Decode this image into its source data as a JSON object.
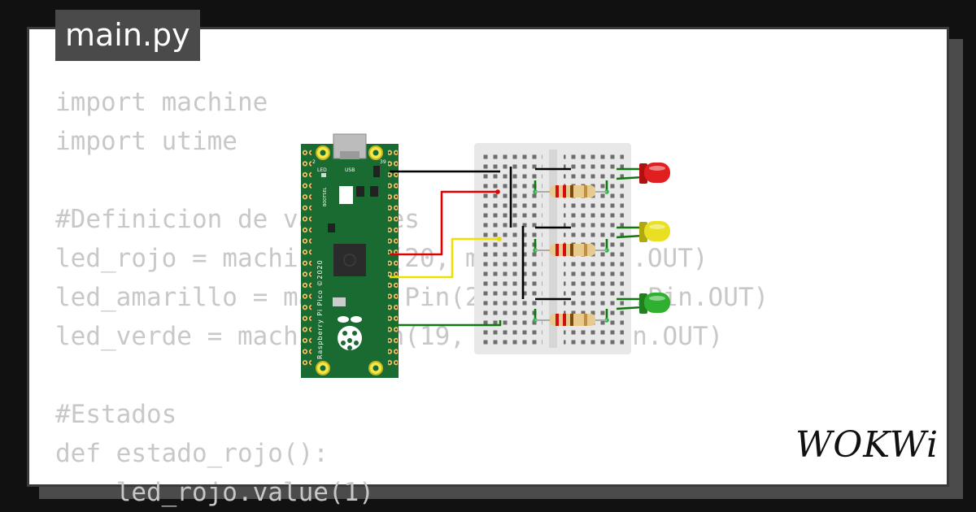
{
  "file_tab": {
    "label": "main.py"
  },
  "code": {
    "lines": [
      "import machine",
      "import utime",
      "",
      "#Definicion de variables",
      "led_rojo = machine.Pin(20, machine.Pin.OUT)",
      "led_amarillo = machine.Pin(21, machine.Pin.OUT)",
      "led_verde = machine.Pin(19, machine.Pin.OUT)",
      "",
      "#Estados",
      "def estado_rojo():",
      "    led_rojo.value(1)"
    ]
  },
  "board": {
    "usb_label": "USB",
    "led_label": "LED",
    "bootsel_label": "BOOTSEL",
    "pin2_label": "2",
    "pin39_label": "39",
    "name": "Raspberry Pi Pico ©2020",
    "color": "#1a6b32"
  },
  "leds": [
    {
      "name": "red",
      "color": "#e02020"
    },
    {
      "name": "yellow",
      "color": "#e8e020"
    },
    {
      "name": "green",
      "color": "#30b030"
    }
  ],
  "wires": {
    "gnd": "#000000",
    "red": "#e00000",
    "yellow": "#f0e000",
    "green": "#117711"
  },
  "brand": {
    "logo": "WOKWi"
  }
}
